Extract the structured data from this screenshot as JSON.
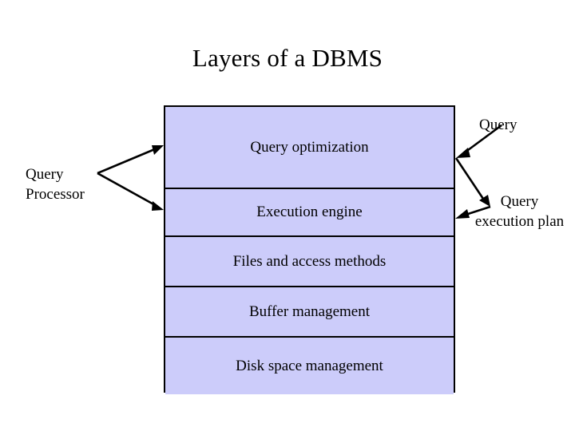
{
  "slide": {
    "title": "Layers of a DBMS",
    "background_color": "#ffffff",
    "text_color": "#000000"
  },
  "stack": {
    "fill_color": "#ccccfa",
    "border_color": "#000000",
    "layers": [
      {
        "id": "query-optimization",
        "label": "Query optimization"
      },
      {
        "id": "execution-engine",
        "label": "Execution engine"
      },
      {
        "id": "files-access",
        "label": "Files and access methods"
      },
      {
        "id": "buffer-management",
        "label": "Buffer management"
      },
      {
        "id": "disk-space",
        "label": "Disk space management"
      }
    ]
  },
  "annotations": {
    "left": {
      "id": "query-processor",
      "label": "Query Processor"
    },
    "right_top": {
      "id": "query",
      "label": "Query"
    },
    "right_bottom": {
      "id": "query-execution-plan",
      "label": "Query execution plan"
    }
  },
  "connectors": [
    {
      "id": "query-processor-to-query-optimization",
      "from": "query-processor",
      "to": "query-optimization",
      "arrow": "end"
    },
    {
      "id": "query-processor-to-execution-engine",
      "from": "query-processor",
      "to": "execution-engine",
      "arrow": "end"
    },
    {
      "id": "query-to-query-optimization",
      "from": "query",
      "to": "query-optimization",
      "arrow": "end"
    },
    {
      "id": "query-optimization-to-query-execution-plan",
      "from": "query-optimization",
      "to": "query-execution-plan",
      "arrow": "end"
    },
    {
      "id": "query-execution-plan-to-execution-engine",
      "from": "query-execution-plan",
      "to": "execution-engine",
      "arrow": "end"
    }
  ]
}
